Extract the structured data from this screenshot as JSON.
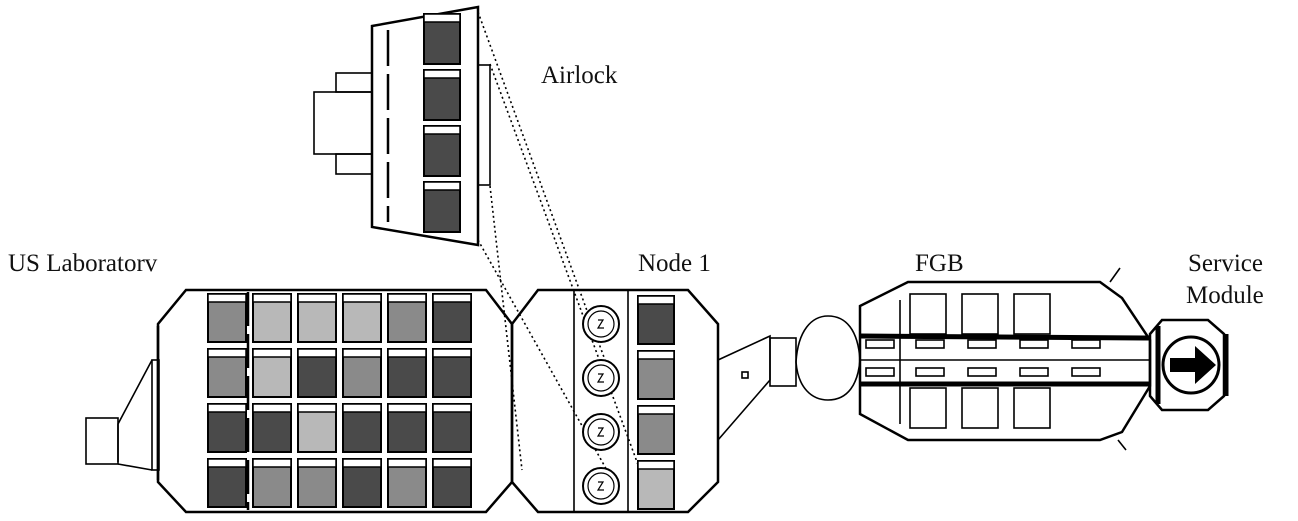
{
  "modules": {
    "airlock": "Airlock",
    "us_lab": "US Laboratorv",
    "node1": "Node 1",
    "fgb": "FGB",
    "service_module": [
      "Service",
      "Module"
    ]
  },
  "colors": {
    "stroke": "#000000",
    "rack_dark": "#4a4a4a",
    "rack_mid": "#8a8a8a",
    "rack_light": "#b8b8b8"
  },
  "lab_racks": [
    [
      "mid",
      "light",
      "light",
      "light",
      "mid",
      "dark"
    ],
    [
      "mid",
      "light",
      "dark",
      "mid",
      "dark",
      "dark"
    ],
    [
      "dark",
      "dark",
      "light",
      "dark",
      "dark",
      "dark"
    ],
    [
      "dark",
      "mid",
      "mid",
      "dark",
      "mid",
      "dark"
    ]
  ],
  "airlock_racks": [
    "dark",
    "dark",
    "dark",
    "dark"
  ],
  "node1_racks": [
    "dark",
    "mid",
    "mid",
    "light"
  ]
}
